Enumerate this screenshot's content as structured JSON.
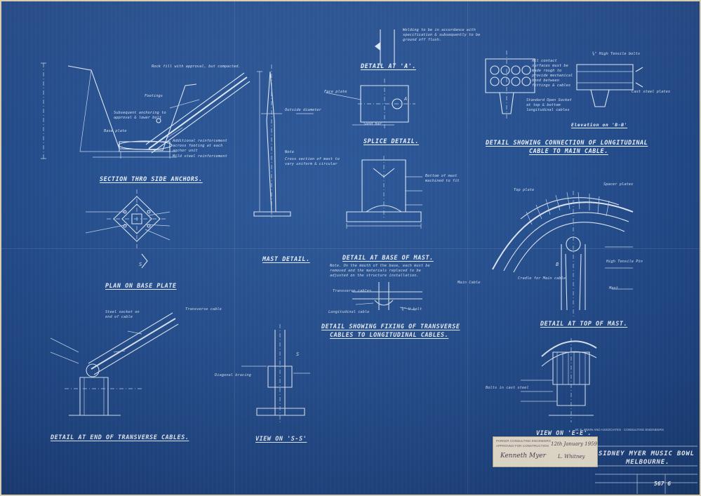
{
  "sheet": {
    "colors": {
      "paper": "#27508f",
      "line": "#dbe6f5",
      "stamp": "#e9e3d2"
    }
  },
  "titles": {
    "section_side_anchors": "SECTION THRO SIDE ANCHORS.",
    "plan_base_plate": "PLAN ON BASE PLATE",
    "mast_detail": "MAST DETAIL.",
    "detail_at_a": "DETAIL AT 'A'.",
    "splice_detail": "SPLICE DETAIL.",
    "detail_base_mast": "DETAIL AT BASE OF MAST.",
    "detail_fixing_line1": "DETAIL SHOWING FIXING OF TRANSVERSE",
    "detail_fixing_line2": "CABLES TO LONGITUDINAL CABLES.",
    "detail_connection_line1": "DETAIL SHOWING CONNECTION OF LONGITUDINAL",
    "detail_connection_line2": "CABLE TO MAIN CABLE.",
    "detail_top_mast": "DETAIL AT TOP OF MAST.",
    "detail_end_transverse": "DETAIL AT END OF TRANSVERSE CABLES.",
    "view_s5": "VIEW ON 'S-S'",
    "view_e6": "VIEW ON 'E-E'.",
    "elevation": "Elevation on 'B-B'"
  },
  "notes": {
    "welding_note": "Welding to be in accordance with specification & subsequently to be ground off flush.",
    "rock_fill": "Rock fill with approval, but compacted.",
    "footings": "Footings",
    "subsequent_anchoring": "Subsequent anchoring to approval & lower bolt",
    "base_plate": "Base plate",
    "additional_reinforcement": "Additional reinforcement across footing at each anchor unit",
    "mild_steel": "Mild steel reinforcement",
    "outside_diameter": "Outside diameter",
    "mast_note": "Cross section of mast to vary uniform & circular",
    "face_plate": "Face plate",
    "sand_bar": "Sand bar",
    "note_word": "Note",
    "all_contact_surfaces": "All contact surfaces must be made rough to provide mechanical bond between fittings & cables",
    "high_tensile_bolts": "⅝\" High Tensile bolts",
    "cast_steel": "Cast steel plates",
    "standard_cable": "Standard Open Socket at top & bottom longitudinal cables",
    "bottom_of_mast": "Bottom of mast machined to fit",
    "base_note": "Note. On the mouth of the base, each must be removed and the materials replaced to be adjusted on the structure installation.",
    "transverse_cables": "Transverse cables",
    "longitudinal_cable": "Longitudinal cable",
    "u_bolt": "⅝\" U bolt",
    "top_plate": "Top plate",
    "spacer_plates": "Spacer plates",
    "main_cable": "Main Cable",
    "cradle_main_cable": "Cradle for Main cable",
    "high_tensile_pin": "High Tensile Pin",
    "mast_word": "Mast",
    "steel_socket": "Steel socket on end of cable",
    "transverse_cable": "Transverse cable",
    "bolts_cast_steel": "Bolts in cast steel",
    "diagonal_bracing": "Diagonal bracing",
    "s_label": "S",
    "s_label_2": "S",
    "a_label": "A",
    "b_label": "B"
  },
  "title_block": {
    "firm_line": "W. E. IRWIN AND ASSOCIATES · CONSULTING ENGINEERS",
    "stamp_line1": "PARKER CONSULTING ENGINEERS",
    "stamp_line2": "APPROVED FOR CONSTRUCTION",
    "stamp_date": "12th January 1959",
    "stamp_signature": "Kenneth Myer",
    "stamp_sig2": "L. Whitney",
    "project_name": "SIDNEY MYER MUSIC BOWL",
    "project_city": "MELBOURNE.",
    "drawing_no": "567 6"
  }
}
